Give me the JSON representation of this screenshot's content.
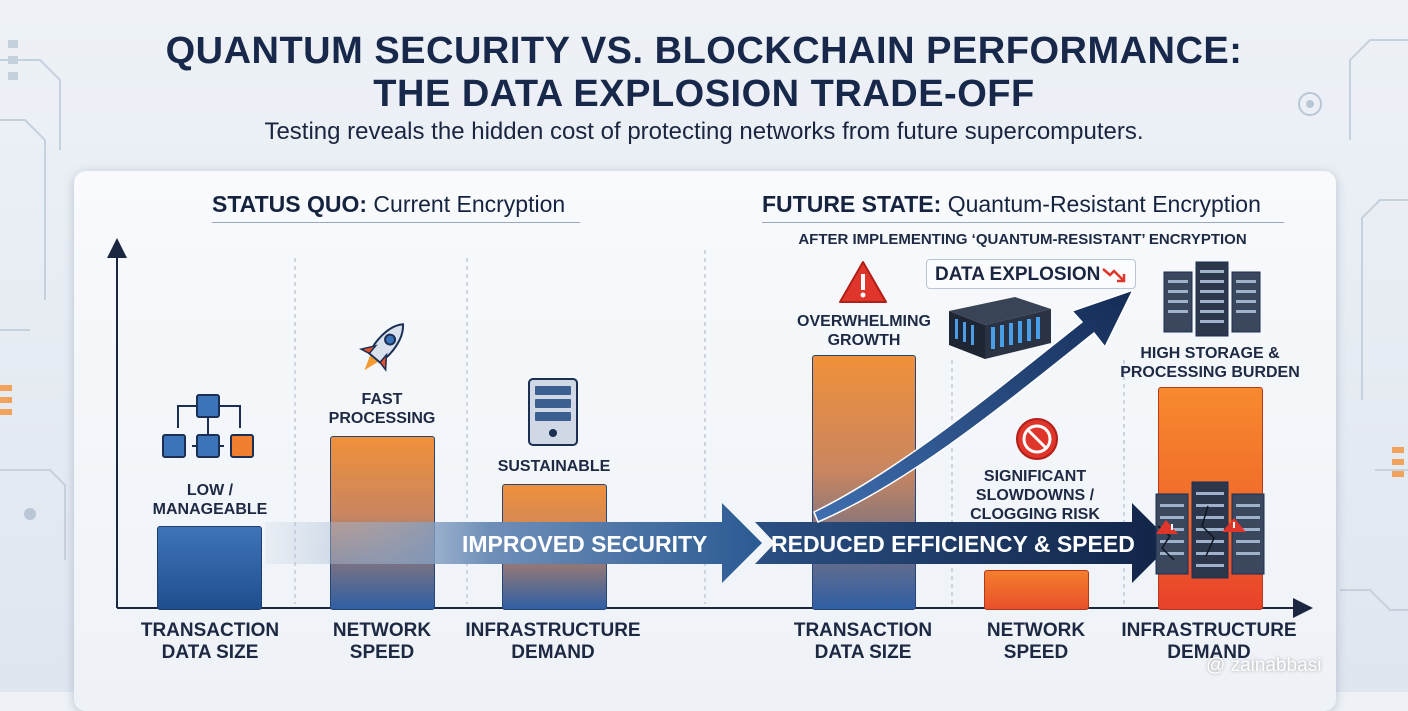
{
  "title_line1": "QUANTUM SECURITY VS. BLOCKCHAIN PERFORMANCE:",
  "title_line2": "THE DATA EXPLOSION TRADE-OFF",
  "subtitle": "Testing reveals the hidden cost of protecting networks from future supercomputers.",
  "status_quo": {
    "heading_bold": "STATUS QUO:",
    "heading_rest": "Current Encryption",
    "labels": {
      "transaction": [
        "LOW /",
        "MANAGEABLE"
      ],
      "network": [
        "FAST",
        "PROCESSING"
      ],
      "infrastructure": [
        "SUSTAINABLE"
      ]
    },
    "categories": {
      "transaction": [
        "TRANSACTION",
        "DATA SIZE"
      ],
      "network": [
        "NETWORK",
        "SPEED"
      ],
      "infrastructure": [
        "INFRASTRUCTURE",
        "DEMAND"
      ]
    }
  },
  "future_state": {
    "heading_bold": "FUTURE STATE:",
    "heading_rest": "Quantum-Resistant Encryption",
    "subheading": "AFTER IMPLEMENTING ‘QUANTUM-RESISTANT’ ENCRYPTION",
    "badge": "DATA EXPLOSION",
    "labels": {
      "transaction": [
        "OVERWHELMING",
        "GROWTH"
      ],
      "network": [
        "SIGNIFICANT",
        "SLOWDOWNS /",
        "CLOGGING RISK"
      ],
      "infrastructure": [
        "HIGH STORAGE &",
        "PROCESSING BURDEN"
      ]
    },
    "categories": {
      "transaction": [
        "TRANSACTION",
        "DATA SIZE"
      ],
      "network": [
        "NETWORK",
        "SPEED"
      ],
      "infrastructure": [
        "INFRASTRUCTURE",
        "DEMAND"
      ]
    }
  },
  "arrows": {
    "left": "IMPROVED SECURITY",
    "right": "REDUCED EFFICIENCY & SPEED"
  },
  "watermark": "@ zainabbasi",
  "colors": {
    "navy": "#15233f",
    "blue": "#2a5a9c",
    "orange": "#f07f2f",
    "red": "#e0352b"
  },
  "icons": [
    "flowchart-icon",
    "rocket-icon",
    "server-icon",
    "warning-icon",
    "supercomputer-icon",
    "server-rack-icon",
    "no-entry-icon",
    "damaged-server-icon",
    "trend-down-icon"
  ]
}
